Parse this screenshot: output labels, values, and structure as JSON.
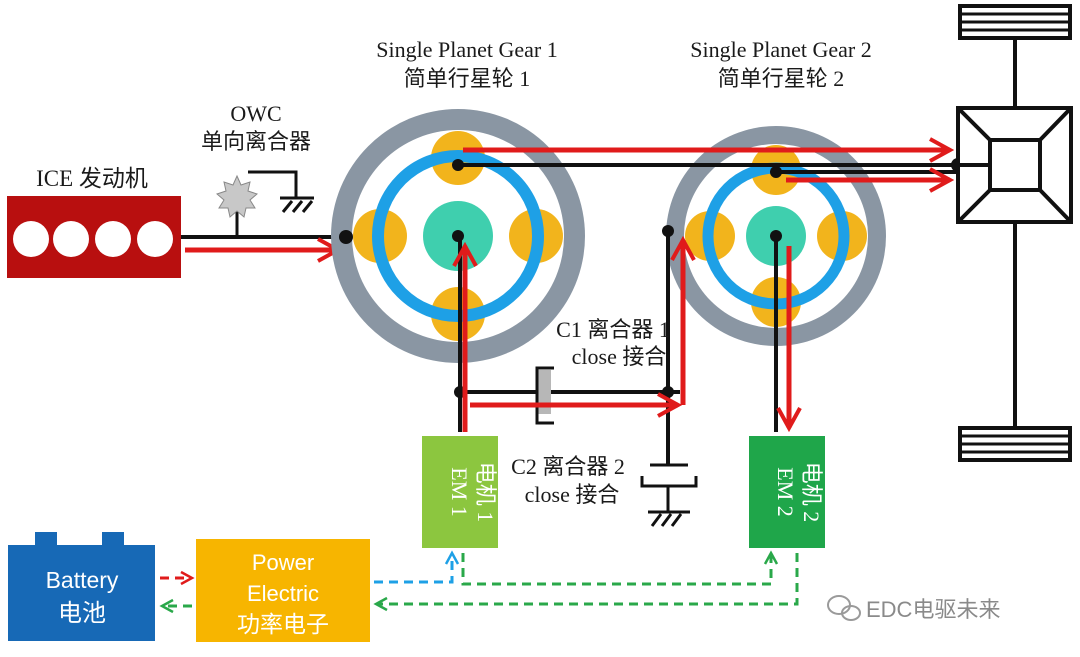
{
  "labels": {
    "ice": "ICE 发动机",
    "owc_en": "OWC",
    "owc_cn": "单向离合器",
    "pg1_en": "Single Planet Gear 1",
    "pg1_cn": "简单行星轮 1",
    "pg2_en": "Single Planet Gear 2",
    "pg2_cn": "简单行星轮 2",
    "c1_cn": "C1 离合器 1",
    "c1_en": "close 接合",
    "c2_cn": "C2 离合器 2",
    "c2_en": "close 接合",
    "em1_en": "EM 1",
    "em1_cn": "电机 1",
    "em2_en": "EM 2",
    "em2_cn": "电机 2",
    "battery_en": "Battery",
    "battery_cn": "电池",
    "pe_line1": "Power",
    "pe_line2": "Electric",
    "pe_cn": "功率电子",
    "watermark": "EDC电驱未来"
  },
  "colors": {
    "ice_block": "#b80f0f",
    "ring_gear": "#8a96a3",
    "ring_blue": "#1ea0e6",
    "planet": "#f2b41c",
    "sun": "#3fcfae",
    "flow_red": "#e01b1b",
    "em1_green": "#8cc63f",
    "em2_green": "#1fa64a",
    "battery_blue": "#1769b6",
    "power_orange": "#f7b500",
    "dashed_blue": "#1ea0e6",
    "dashed_green": "#2aa84a"
  }
}
